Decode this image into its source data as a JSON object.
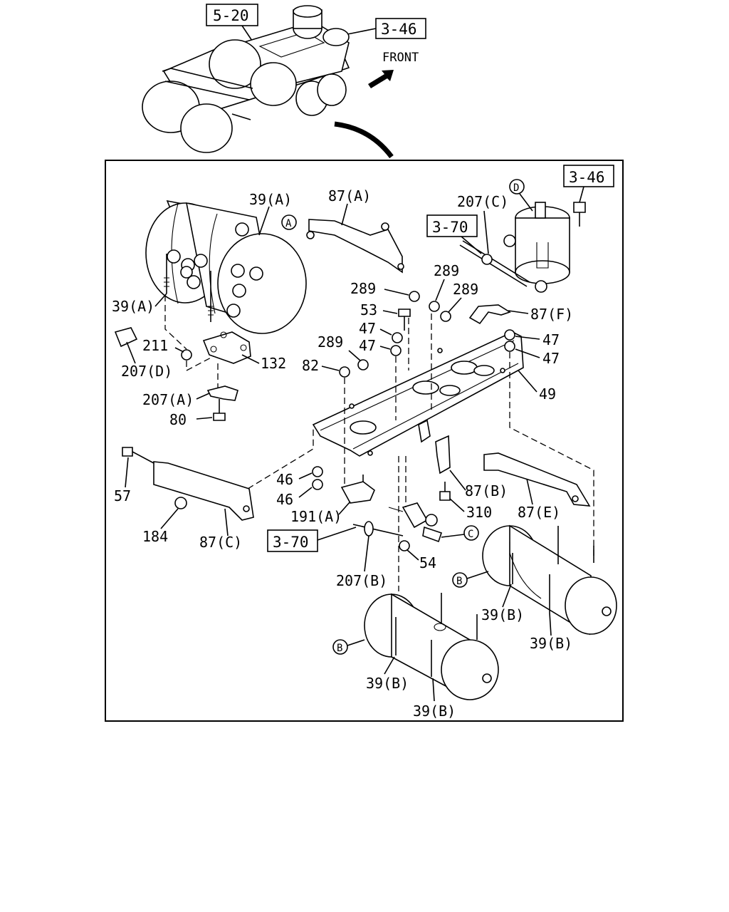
{
  "overview": {
    "ref_left": "5-20",
    "ref_right": "3-46",
    "front_label": "FRONT"
  },
  "refs": {
    "top_right": "3-46",
    "mid_top": "3-70",
    "mid_bottom": "3-70"
  },
  "circle_markers": {
    "a": "A",
    "b1": "B",
    "b2": "B",
    "c": "C",
    "d": "D"
  },
  "labels": {
    "l39a_top": "39(A)",
    "l39a_left": "39(A)",
    "l87a": "87(A)",
    "l207c": "207(C)",
    "l289_a": "289",
    "l289_b": "289",
    "l289_c": "289",
    "l289_d": "289",
    "l53": "53",
    "l47_a": "47",
    "l47_b": "47",
    "l47_c": "47",
    "l47_d": "47",
    "l87f": "87(F)",
    "l211": "211",
    "l207d": "207(D)",
    "l132": "132",
    "l82": "82",
    "l49": "49",
    "l207a": "207(A)",
    "l80": "80",
    "l57": "57",
    "l46_a": "46",
    "l46_b": "46",
    "l87b": "87(B)",
    "l310": "310",
    "l87e": "87(E)",
    "l191a": "191(A)",
    "l184": "184",
    "l87c": "87(C)",
    "l54": "54",
    "l207b": "207(B)",
    "l39b_1": "39(B)",
    "l39b_2": "39(B)",
    "l39b_3": "39(B)",
    "l39b_4": "39(B)"
  }
}
